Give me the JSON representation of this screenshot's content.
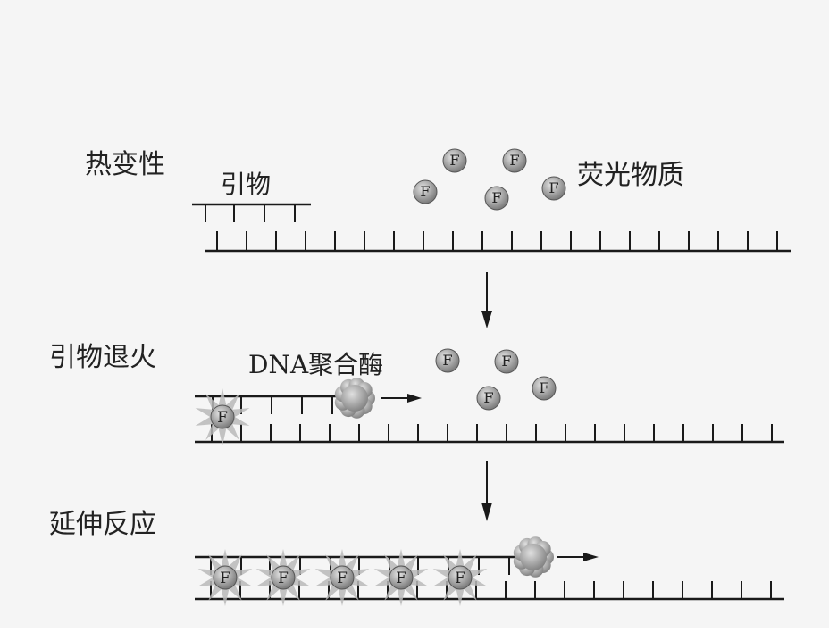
{
  "labels": {
    "step1": "热变性",
    "step2": "引物退火",
    "step3": "延伸反应",
    "primer": "引物",
    "fluor": "荧光物质",
    "polymerase": "DNA聚合酶"
  },
  "fluor_letter": "F",
  "colors": {
    "line": "#1a1a1a",
    "bead": "#8c8c8c",
    "bead_edge": "#555555",
    "enzyme": "#9a9a9a",
    "glow": "#b8b8b8"
  }
}
